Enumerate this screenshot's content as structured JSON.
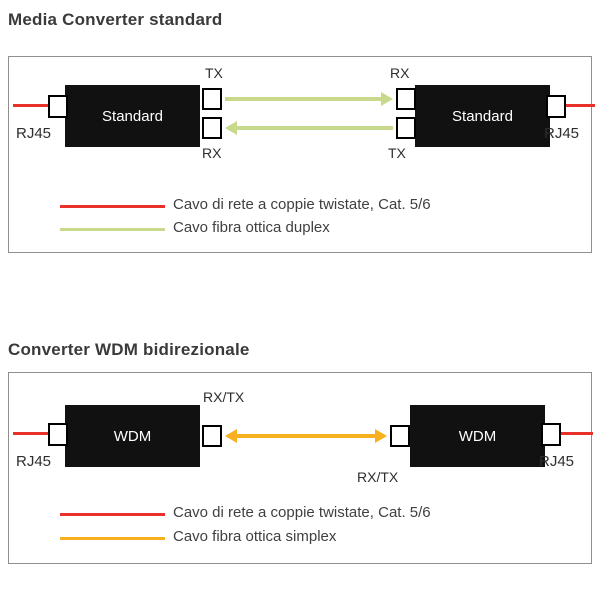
{
  "colors": {
    "red_cable": "#e8312a",
    "fiber_duplex": "#c8d98b",
    "fiber_simplex": "#f7b01e",
    "device": "#111111"
  },
  "section_standard": {
    "title": "Media Converter standard",
    "left_device": {
      "label": "Standard",
      "rj45": "RJ45",
      "top_port": "TX",
      "bottom_port": "RX"
    },
    "right_device": {
      "label": "Standard",
      "rj45": "RJ45",
      "top_port": "RX",
      "bottom_port": "TX"
    },
    "legend": {
      "copper": "Cavo di rete a coppie twistate, Cat. 5/6",
      "fiber": "Cavo fibra ottica duplex"
    }
  },
  "section_wdm": {
    "title": "Converter WDM bidirezionale",
    "left_device": {
      "label": "WDM",
      "rj45": "RJ45",
      "port": "RX/TX"
    },
    "right_device": {
      "label": "WDM",
      "rj45": "RJ45",
      "port": "RX/TX"
    },
    "legend": {
      "copper": "Cavo di rete a coppie twistate, Cat. 5/6",
      "fiber": "Cavo fibra ottica simplex"
    }
  }
}
